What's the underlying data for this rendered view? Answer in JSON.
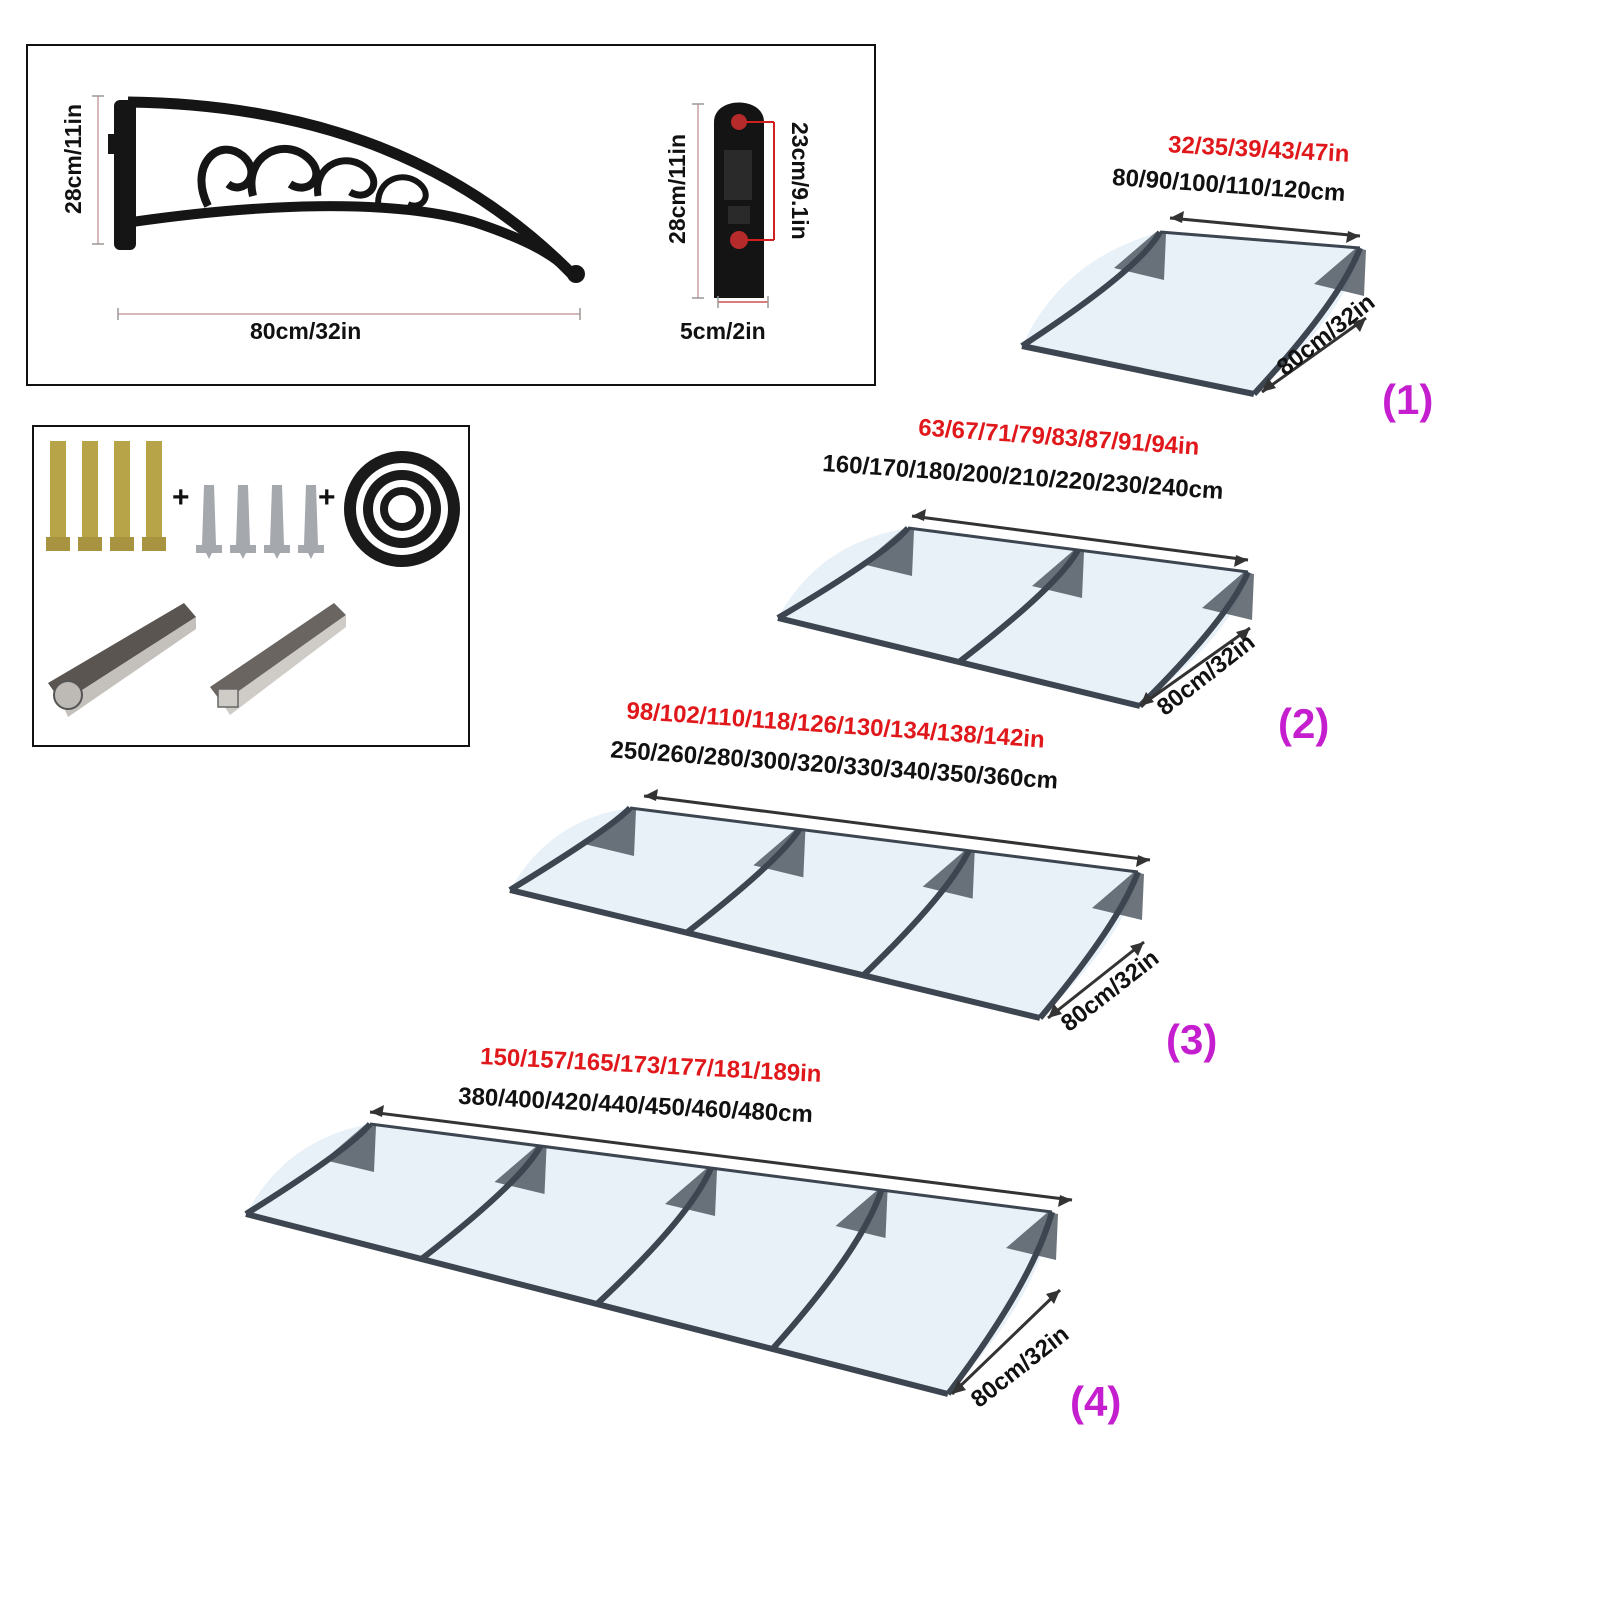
{
  "bracket_panel": {
    "height_label": "28cm/11in",
    "length_label": "80cm/32in",
    "plate_height_label": "28cm/11in",
    "hole_spacing_label": "23cm/9.1in",
    "plate_width_label": "5cm/2in"
  },
  "accessories": {
    "plus_1": "+",
    "plus_2": "+"
  },
  "variants": [
    {
      "number": "(1)",
      "inches": "32/35/39/43/47in",
      "cm": "80/90/100/110/120cm",
      "depth": "80cm/32in",
      "panels": 1
    },
    {
      "number": "(2)",
      "inches": "63/67/71/79/83/87/91/94in",
      "cm": "160/170/180/200/210/220/230/240cm",
      "depth": "80cm/32in",
      "panels": 2
    },
    {
      "number": "(3)",
      "inches": "98/102/110/118/126/130/134/138/142in",
      "cm": "250/260/280/300/320/330/340/350/360cm",
      "depth": "80cm/32in",
      "panels": 3
    },
    {
      "number": "(4)",
      "inches": "150/157/165/173/177/181/189in",
      "cm": "380/400/420/440/450/460/480cm",
      "depth": "80cm/32in",
      "panels": 4
    }
  ],
  "colors": {
    "frame": "#3c4550",
    "panel": "#e9f1f8",
    "inch_text": "#e0181b",
    "number_text": "#c41ecf"
  }
}
